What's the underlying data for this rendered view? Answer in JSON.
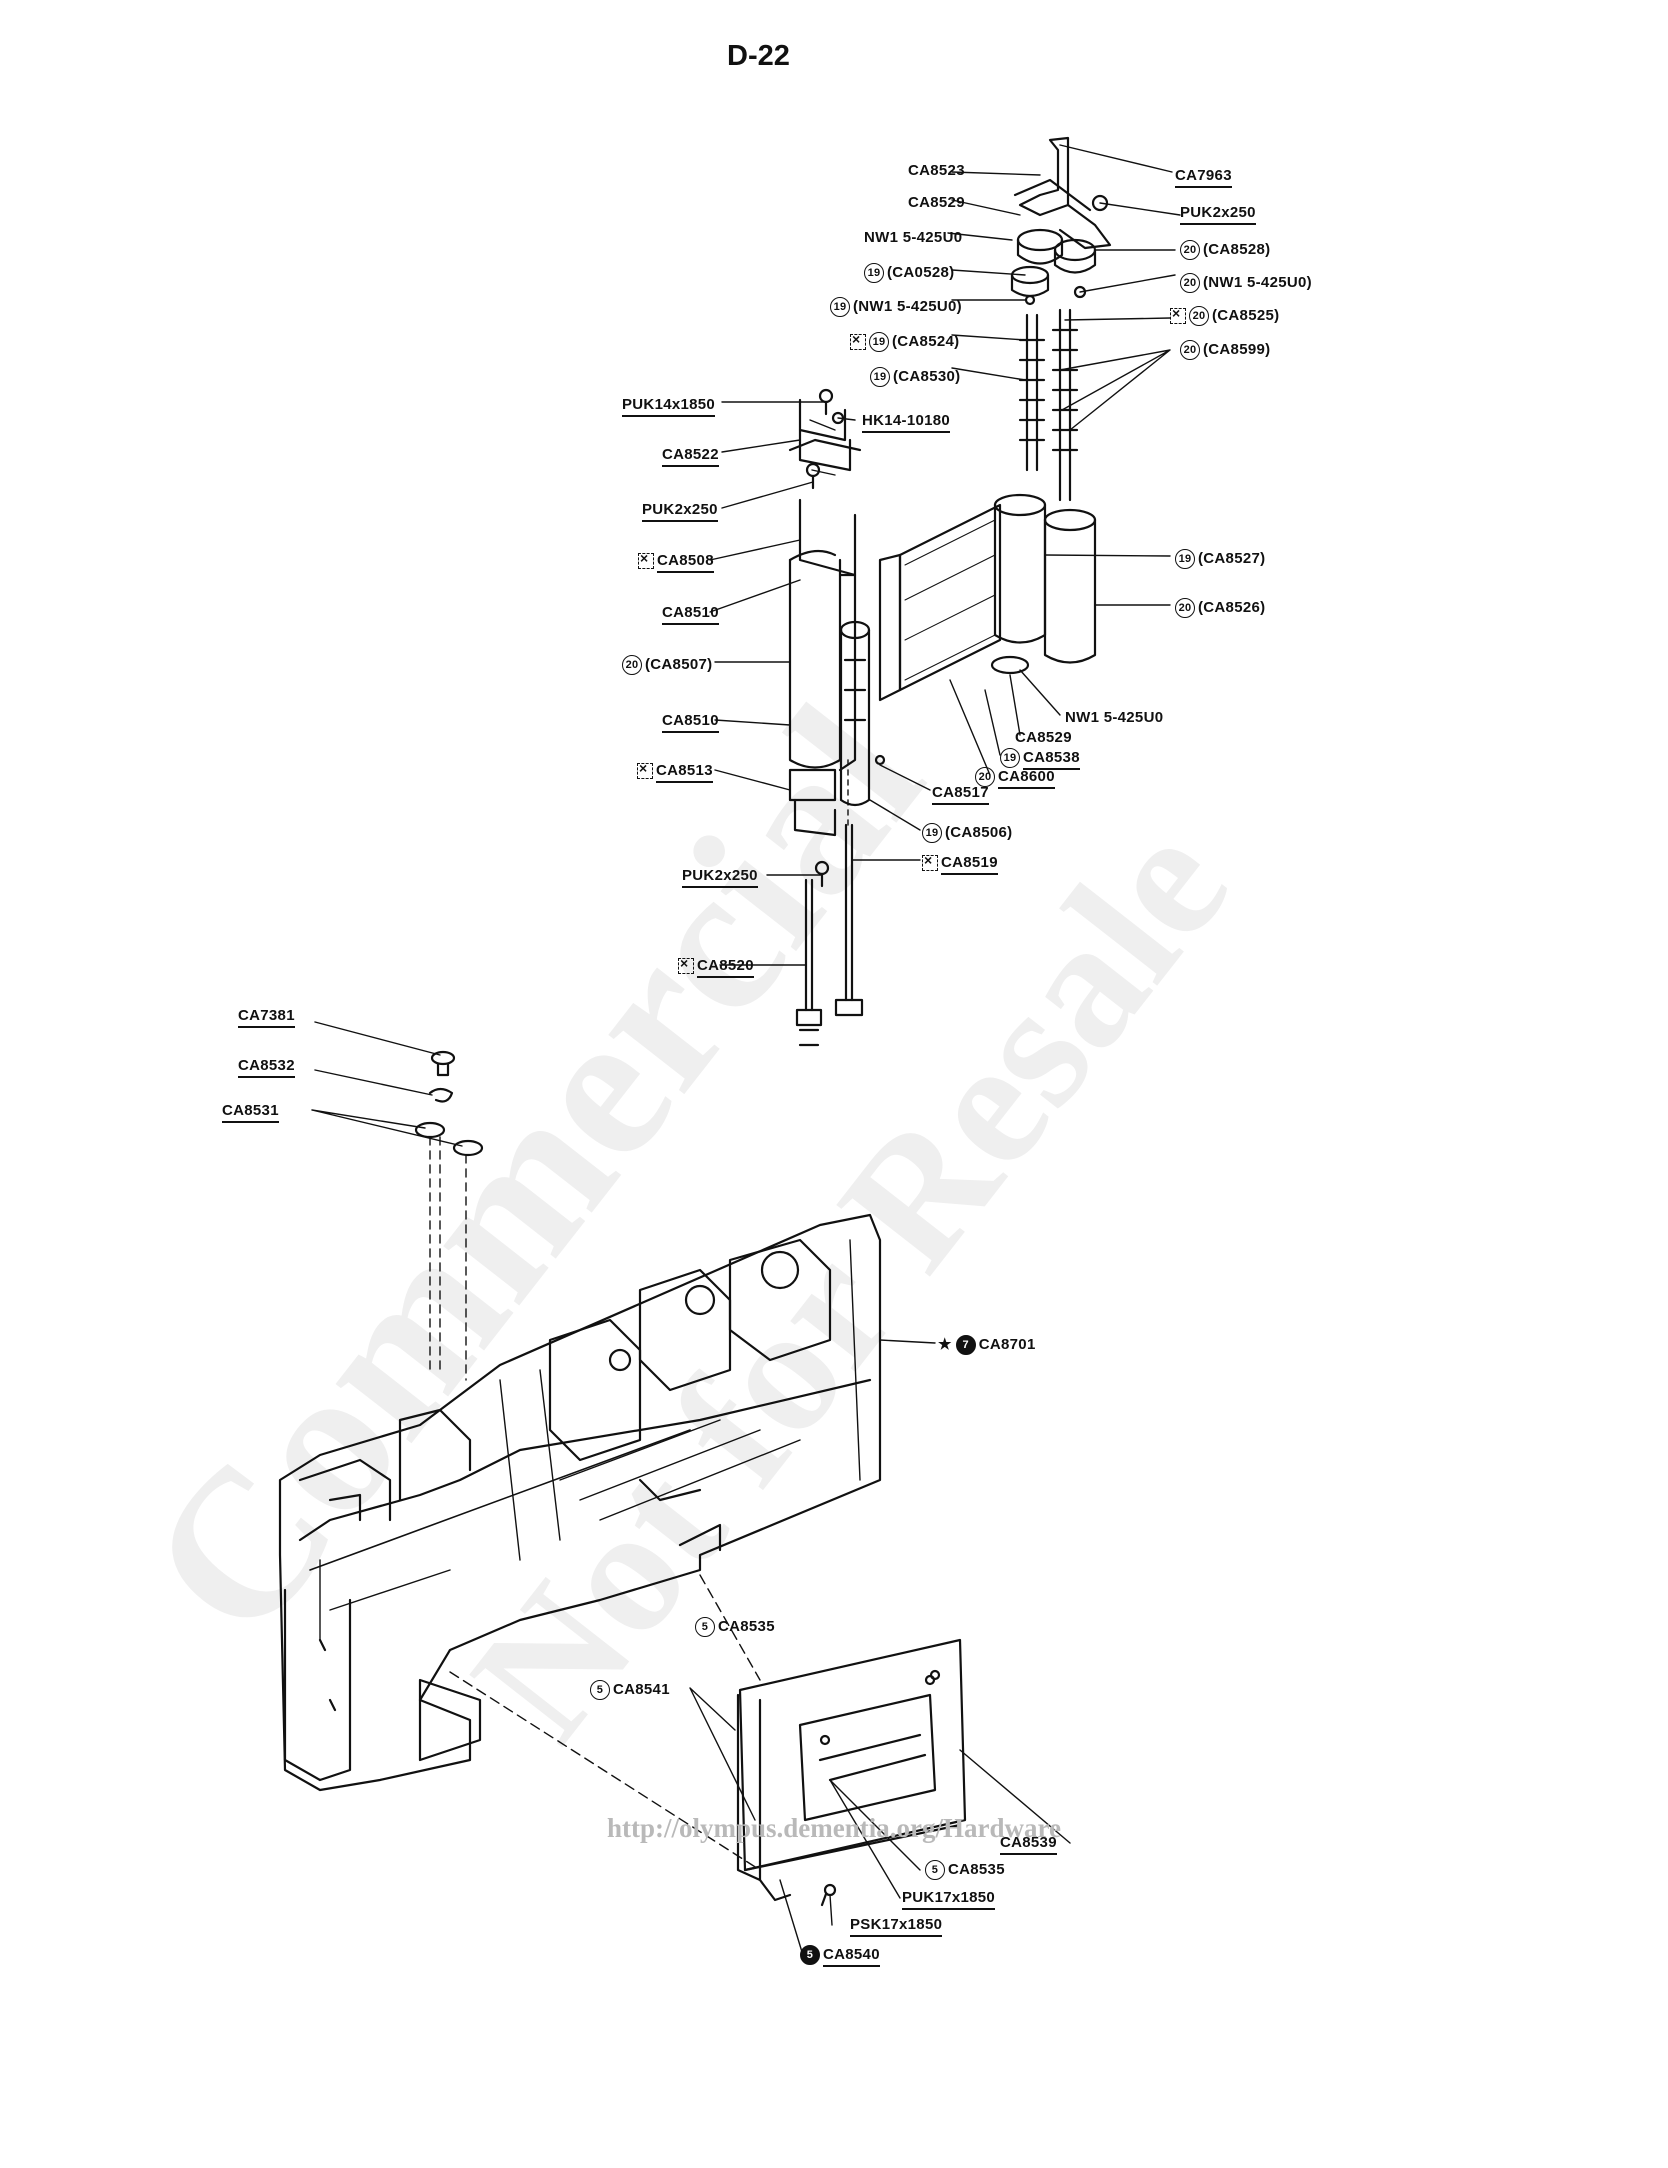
{
  "page": {
    "number": "D-22"
  },
  "watermark": {
    "line1": "Commercial",
    "line2": "Not for Resale"
  },
  "footer": {
    "url": "http://olympus.dementia.org/Hardware"
  },
  "labels": {
    "ca7963": "CA7963",
    "ca8523": "CA8523",
    "puk2x250_top": "PUK2x250",
    "ca8529_top": "CA8529",
    "ca8528_20": "(CA8528)",
    "nw15_a": "NW1 5-425U0",
    "nw15_20": "(NW1 5-425U0)",
    "ca0528_19": "(CA0528)",
    "ca8525": "(CA8525)",
    "nw15_19": "(NW1 5-425U0)",
    "ca8599": "(CA8599)",
    "ca8524": "(CA8524)",
    "ca8530": "(CA8530)",
    "puk14x1850": "PUK14x1850",
    "hk14": "HK14-10180",
    "ca8522": "CA8522",
    "puk2x250_mid": "PUK2x250",
    "ca8508": "CA8508",
    "ca8527": "(CA8527)",
    "ca8510_a": "CA8510",
    "ca8526": "(CA8526)",
    "ca8507": "(CA8507)",
    "nw15_b": "NW1 5-425U0",
    "ca8510_b": "CA8510",
    "ca8529_b": "CA8529",
    "ca8538": "CA8538",
    "ca8600": "CA8600",
    "ca8513": "CA8513",
    "ca8517": "CA8517",
    "ca8506": "(CA8506)",
    "ca8519": "CA8519",
    "puk2x250_low": "PUK2x250",
    "ca8520": "CA8520",
    "ca7381": "CA7381",
    "ca8532": "CA8532",
    "ca8531": "CA8531",
    "ca8701": "CA8701",
    "ca8535_a": "CA8535",
    "ca8541": "CA8541",
    "ca8539": "CA8539",
    "ca8535_b": "CA8535",
    "puk17x1850": "PUK17x1850",
    "psk17x1850": "PSK17x1850",
    "ca8540": "CA8540"
  },
  "markers": {
    "c19": "19",
    "c20": "20",
    "c5": "5",
    "c7": "7"
  }
}
